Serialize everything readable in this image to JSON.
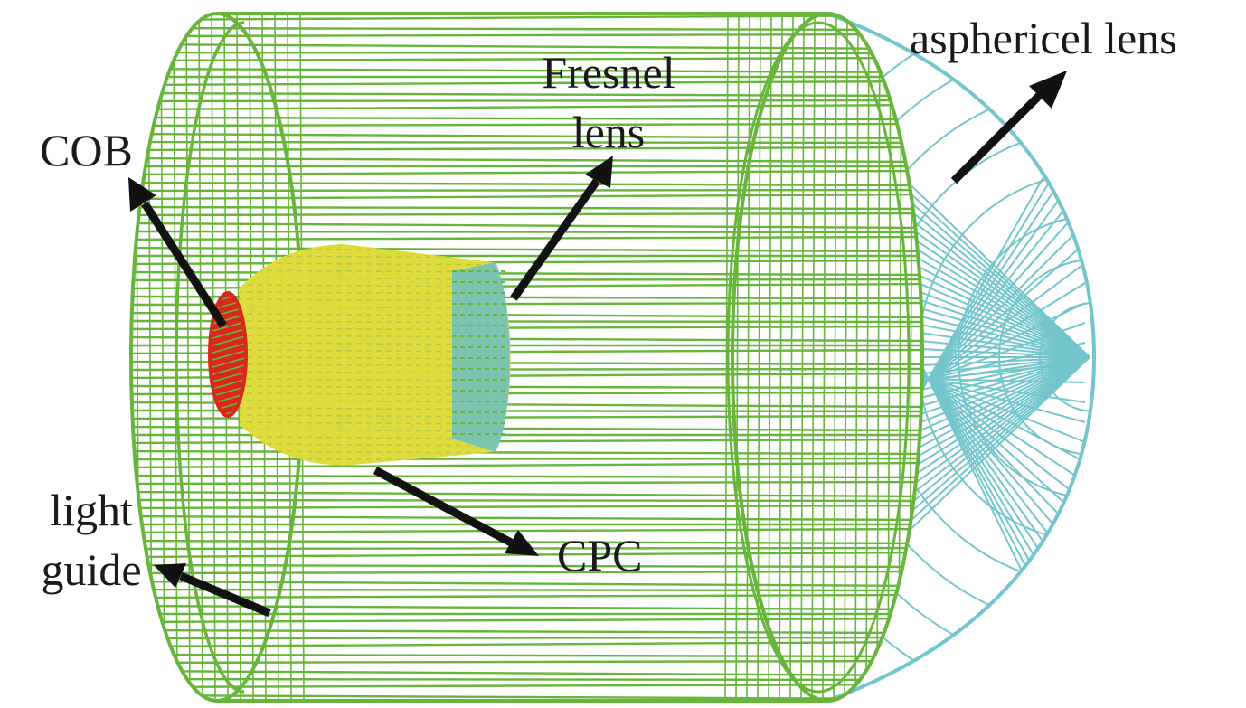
{
  "labels": {
    "aspheric": "asphericel lens",
    "fresnel_line1": "Fresnel",
    "fresnel_line2": "lens",
    "cob": "COB",
    "light_line1": "light",
    "light_line2": "guide",
    "cpc": "CPC"
  },
  "colors": {
    "light_guide": "#67b53a",
    "aspheric_lens": "#73c6cc",
    "cpc": "#dedc3a",
    "fresnel_lens": "#6cc0c4",
    "cob": "#d8281c",
    "arrow": "#111111",
    "text": "#1a1a1a"
  },
  "icons": {
    "arrow": "black-arrow-icon"
  }
}
